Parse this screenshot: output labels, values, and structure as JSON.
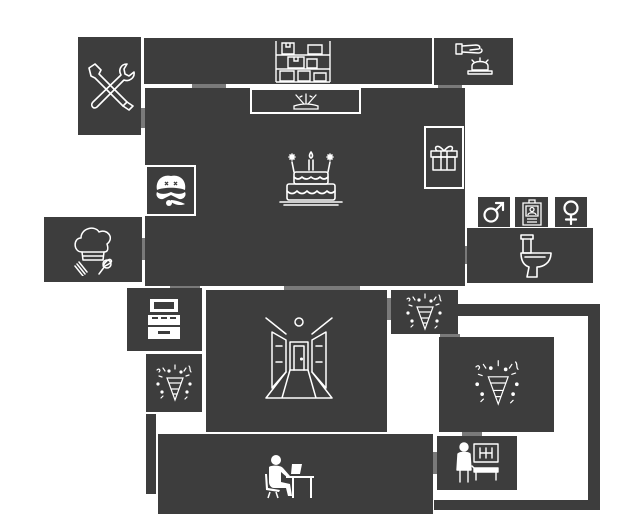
{
  "map": {
    "theme": {
      "room": "#3d3d3d",
      "icon": "#ffffff",
      "connector": "#7a7a7a",
      "background": "#ffffff"
    },
    "rooms": [
      {
        "id": "storage",
        "icon": "shelves-boxes-icon"
      },
      {
        "id": "tools",
        "icon": "wrench-screwdriver-icon"
      },
      {
        "id": "reception",
        "icon": "hand-bell-icon"
      },
      {
        "id": "trap",
        "icon": "spike-trap-icon"
      },
      {
        "id": "party-hall",
        "icon": "birthday-cake-icon"
      },
      {
        "id": "gift",
        "icon": "gift-box-icon"
      },
      {
        "id": "pirate",
        "icon": "pirate-face-icon"
      },
      {
        "id": "kitchen",
        "icon": "chef-hat-icon"
      },
      {
        "id": "restroom",
        "icon": "toilet-icon"
      },
      {
        "id": "male",
        "icon": "male-symbol-icon"
      },
      {
        "id": "id-badge",
        "icon": "id-badge-icon"
      },
      {
        "id": "female",
        "icon": "female-symbol-icon"
      },
      {
        "id": "cashier",
        "icon": "cash-register-icon"
      },
      {
        "id": "entrance",
        "icon": "entrance-hallway-icon"
      },
      {
        "id": "confetti-1",
        "icon": "party-popper-icon"
      },
      {
        "id": "confetti-2",
        "icon": "party-popper-icon"
      },
      {
        "id": "confetti-3",
        "icon": "party-popper-icon"
      },
      {
        "id": "office",
        "icon": "person-at-desk-icon"
      },
      {
        "id": "doctor",
        "icon": "doctor-patient-icon"
      }
    ]
  }
}
